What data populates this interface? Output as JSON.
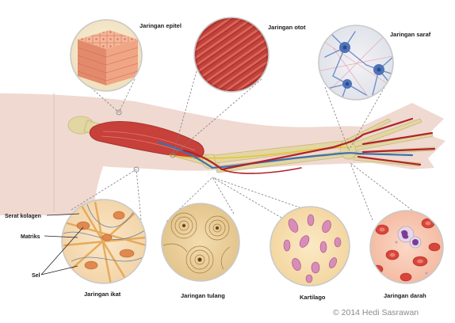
{
  "labels": {
    "epitel": "Jaringan epitel",
    "otot": "Jaringan otot",
    "saraf": "Jaringan saraf",
    "ikat": "Jaringan ikat",
    "tulang": "Jaringan tulang",
    "kartilago": "Kartilago",
    "darah": "Jaringan darah"
  },
  "side_labels": {
    "serat_kolagen": "Serat kolagen",
    "matriks": "Matriks",
    "sel": "Sel"
  },
  "copyright": "© 2014 Hedi Sasrawan",
  "colors": {
    "skin": "#efd8d0",
    "bone": "#e4d9a6",
    "muscle": "#c8413b",
    "artery": "#b0222a",
    "vein": "#3f6fb0",
    "nerve": "#e8c233"
  }
}
